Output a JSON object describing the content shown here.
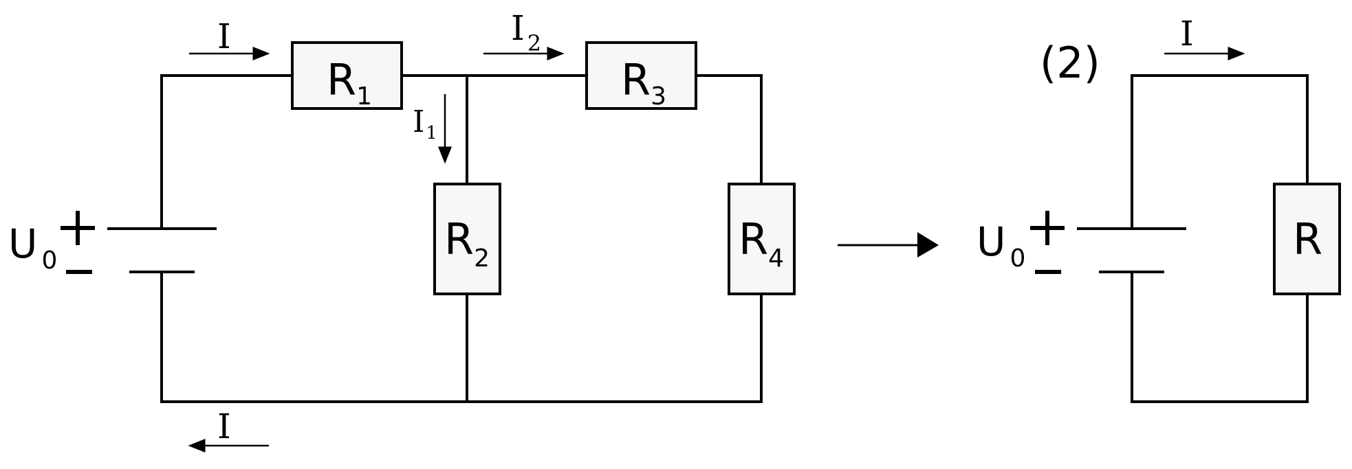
{
  "left_circuit": {
    "resistors": [
      {
        "id": "r1",
        "letter": "R",
        "sub": "1"
      },
      {
        "id": "r2",
        "letter": "R",
        "sub": "2"
      },
      {
        "id": "r3",
        "letter": "R",
        "sub": "3"
      },
      {
        "id": "r4",
        "letter": "R",
        "sub": "4"
      }
    ],
    "source": {
      "letter": "U",
      "sub": "0"
    },
    "currents": {
      "top": {
        "letter": "I",
        "sub": ""
      },
      "branch1": {
        "letter": "I",
        "sub": "1"
      },
      "branch2": {
        "letter": "I",
        "sub": "2"
      },
      "bottom": {
        "letter": "I",
        "sub": ""
      }
    }
  },
  "right_circuit": {
    "label": "(2)",
    "resistor": {
      "letter": "R",
      "sub": ""
    },
    "source": {
      "letter": "U",
      "sub": "0"
    },
    "current": {
      "letter": "I",
      "sub": ""
    }
  }
}
